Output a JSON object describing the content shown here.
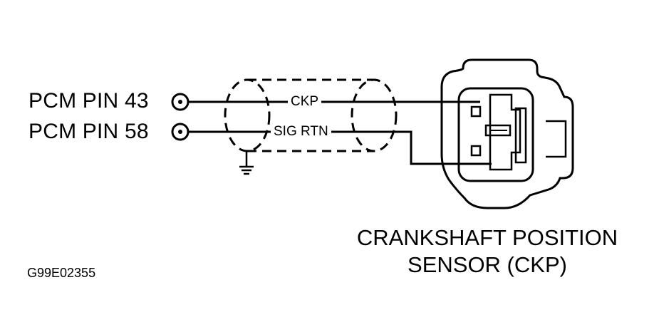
{
  "pins": [
    {
      "label": "PCM PIN 43",
      "signal": "CKP"
    },
    {
      "label": "PCM PIN 58",
      "signal": "SIG RTN"
    }
  ],
  "sensor": {
    "name_line1": "CRANKSHAFT POSITION",
    "name_line2": "SENSOR (CKP)"
  },
  "figure_id": "G99E02355",
  "colors": {
    "ink": "#000000",
    "background": "#ffffff"
  },
  "icons": {
    "ground": "ground-symbol-icon",
    "pin_terminal": "circle-terminal-icon"
  }
}
